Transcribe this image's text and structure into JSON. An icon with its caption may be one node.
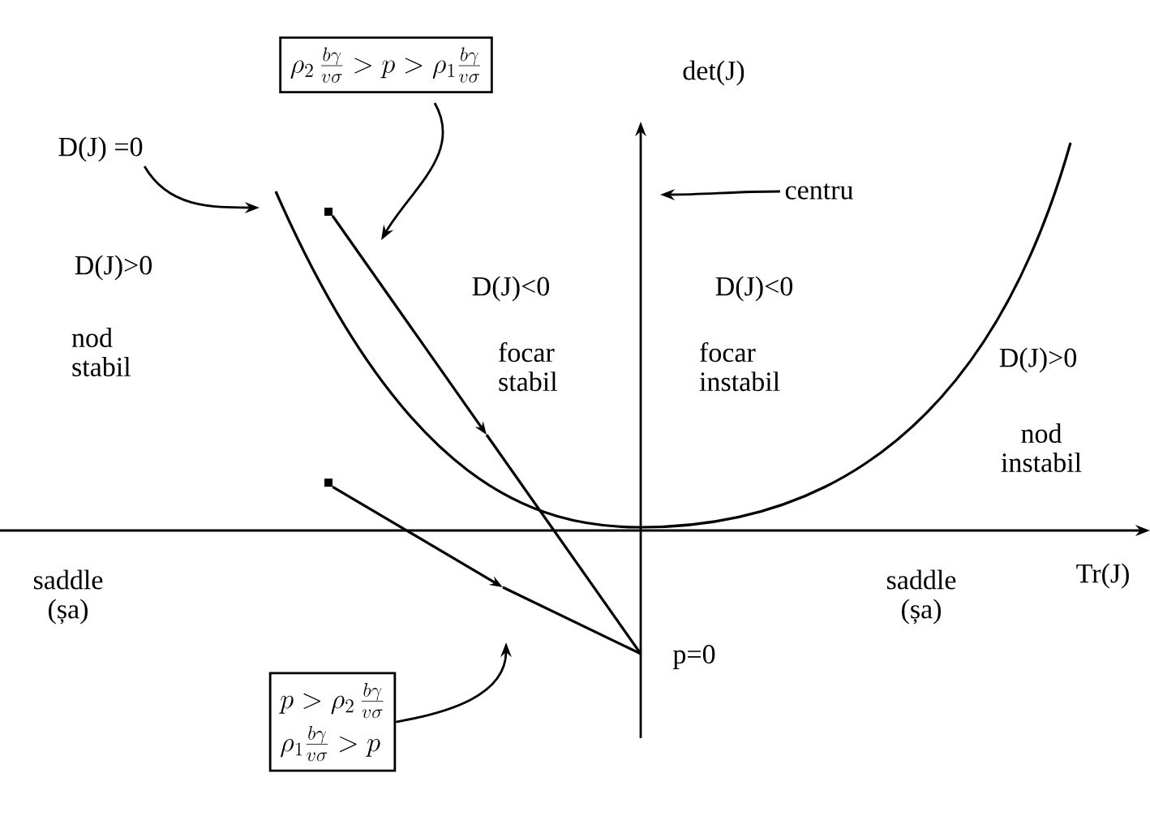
{
  "diagram": {
    "nodes": [
      {
        "text": [
          "\\rho_2\\,\\frac{b\\gamma}{v\\sigma} > p > \\rho_1\\frac{b\\gamma}{v\\sigma}"
        ]
      },
      {
        "text": [
          "p > \\rho_2\\,\\frac{b\\gamma}{v\\sigma}",
          "\\rho_1\\frac{b\\gamma}{v\\sigma} > p"
        ]
      },
      {
        "text": [
          "D(J) =0"
        ]
      },
      {
        "text": [
          "centru"
        ]
      }
    ],
    "edges": [
      {
        "from": 0,
        "to": null,
        "arrow": "to"
      },
      {
        "from": 1,
        "to": null,
        "arrow": "to"
      },
      {
        "from": 2,
        "to": null,
        "arrow": "to"
      },
      {
        "from": 3,
        "to": null,
        "arrow": "to"
      }
    ],
    "labels": [
      "det(J)",
      "D(J)>0",
      "nod stabil",
      "D(J)<0",
      "focar stabil",
      "D(J)<0",
      "focar instabil",
      "D(J)>0",
      "nod instabil",
      "saddle (șa)",
      "Tr(J)",
      "saddle (șa)",
      "p=0"
    ]
  }
}
